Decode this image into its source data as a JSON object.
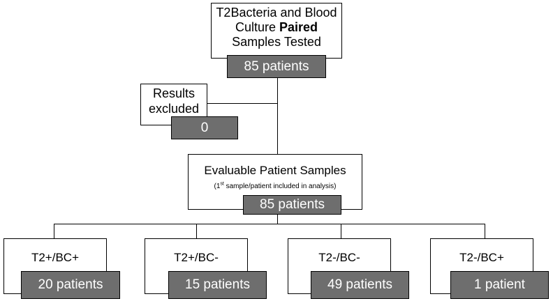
{
  "top_box": {
    "line1": "T2Bacteria and Blood",
    "line2_pre": "Culture ",
    "line2_bold": "Paired",
    "line3": "Samples Tested",
    "count": "85 patients"
  },
  "excluded_box": {
    "line1": "Results",
    "line2": "excluded",
    "count": "0"
  },
  "evaluable_box": {
    "title": "Evaluable Patient Samples",
    "note_pre": "(1",
    "note_sup": "st",
    "note_post": " sample/patient included in analysis)",
    "count": "85 patients"
  },
  "outcomes": [
    {
      "label": "T2+/BC+",
      "count": "20 patients"
    },
    {
      "label": "T2+/BC-",
      "count": "15 patients"
    },
    {
      "label": "T2-/BC-",
      "count": "49 patients"
    },
    {
      "label": "T2-/BC+",
      "count": "1 patient"
    }
  ],
  "colors": {
    "count_box_fill": "#6e6e6e",
    "count_box_text": "#ffffff",
    "border": "#000000"
  }
}
